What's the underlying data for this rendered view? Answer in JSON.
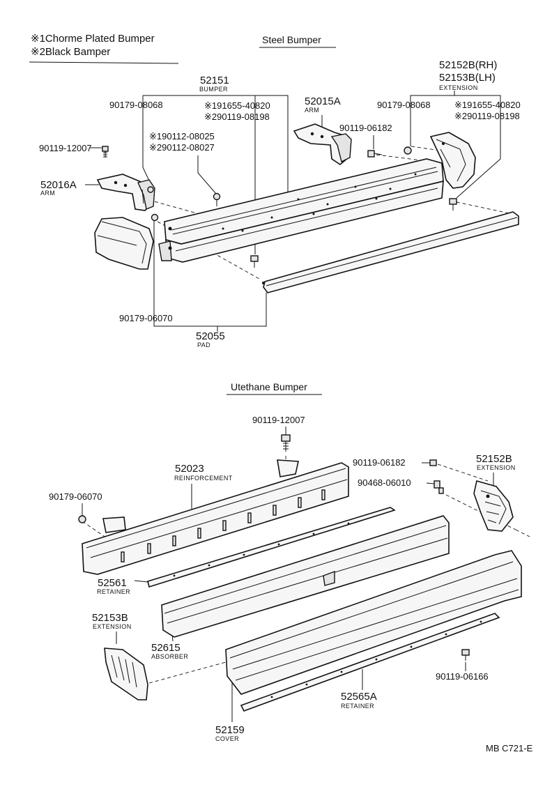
{
  "legend": {
    "item1": "※1Chorme Plated Bumper",
    "item2": "※2Black Bamper"
  },
  "steel": {
    "title": "Steel Bumper",
    "bumper_no": "52151",
    "bumper_name": "BUMPER",
    "ext_rh": "52152B(RH)",
    "ext_lh": "52153B(LH)",
    "ext_name": "EXTENSION",
    "bolt_left": "90179-08068",
    "chrome_bolt": "※191655-40820",
    "black_bolt": "※290119-08198",
    "chrome_bolt_b": "※190112-08025",
    "black_bolt_b": "※290112-08027",
    "arm_r_no": "52015A",
    "arm_r_name": "ARM",
    "bolt_arm": "90119-06182",
    "bolt_right": "90179-08068",
    "chrome_bolt_r": "※191655-40820",
    "black_bolt_r": "※290119-08198",
    "bolt_far_left": "90119-12007",
    "arm_l_no": "52016A",
    "arm_l_name": "ARM",
    "nut_bottom": "90179-06070",
    "pad_no": "52055",
    "pad_name": "PAD"
  },
  "urethane": {
    "title": "Utethane Bumper",
    "bolt_top": "90119-12007",
    "reinf_no": "52023",
    "reinf_name": "REINFORCEMENT",
    "bolt_ext": "90119-06182",
    "ext_rh_no": "52152B",
    "ext_rh_name": "EXTENSION",
    "clip": "90468-06010",
    "nut_left": "90179-06070",
    "retainer_no": "52561",
    "retainer_name": "RETAINER",
    "ext_lh_no": "52153B",
    "ext_lh_name": "EXTENSION",
    "absorber_no": "52615",
    "absorber_name": "ABSORBER",
    "bolt_bottom": "90119-06166",
    "retainer2_no": "52565A",
    "retainer2_name": "RETAINER",
    "cover_no": "52159",
    "cover_name": "COVER"
  },
  "footer": {
    "code": "MB C721-E"
  }
}
